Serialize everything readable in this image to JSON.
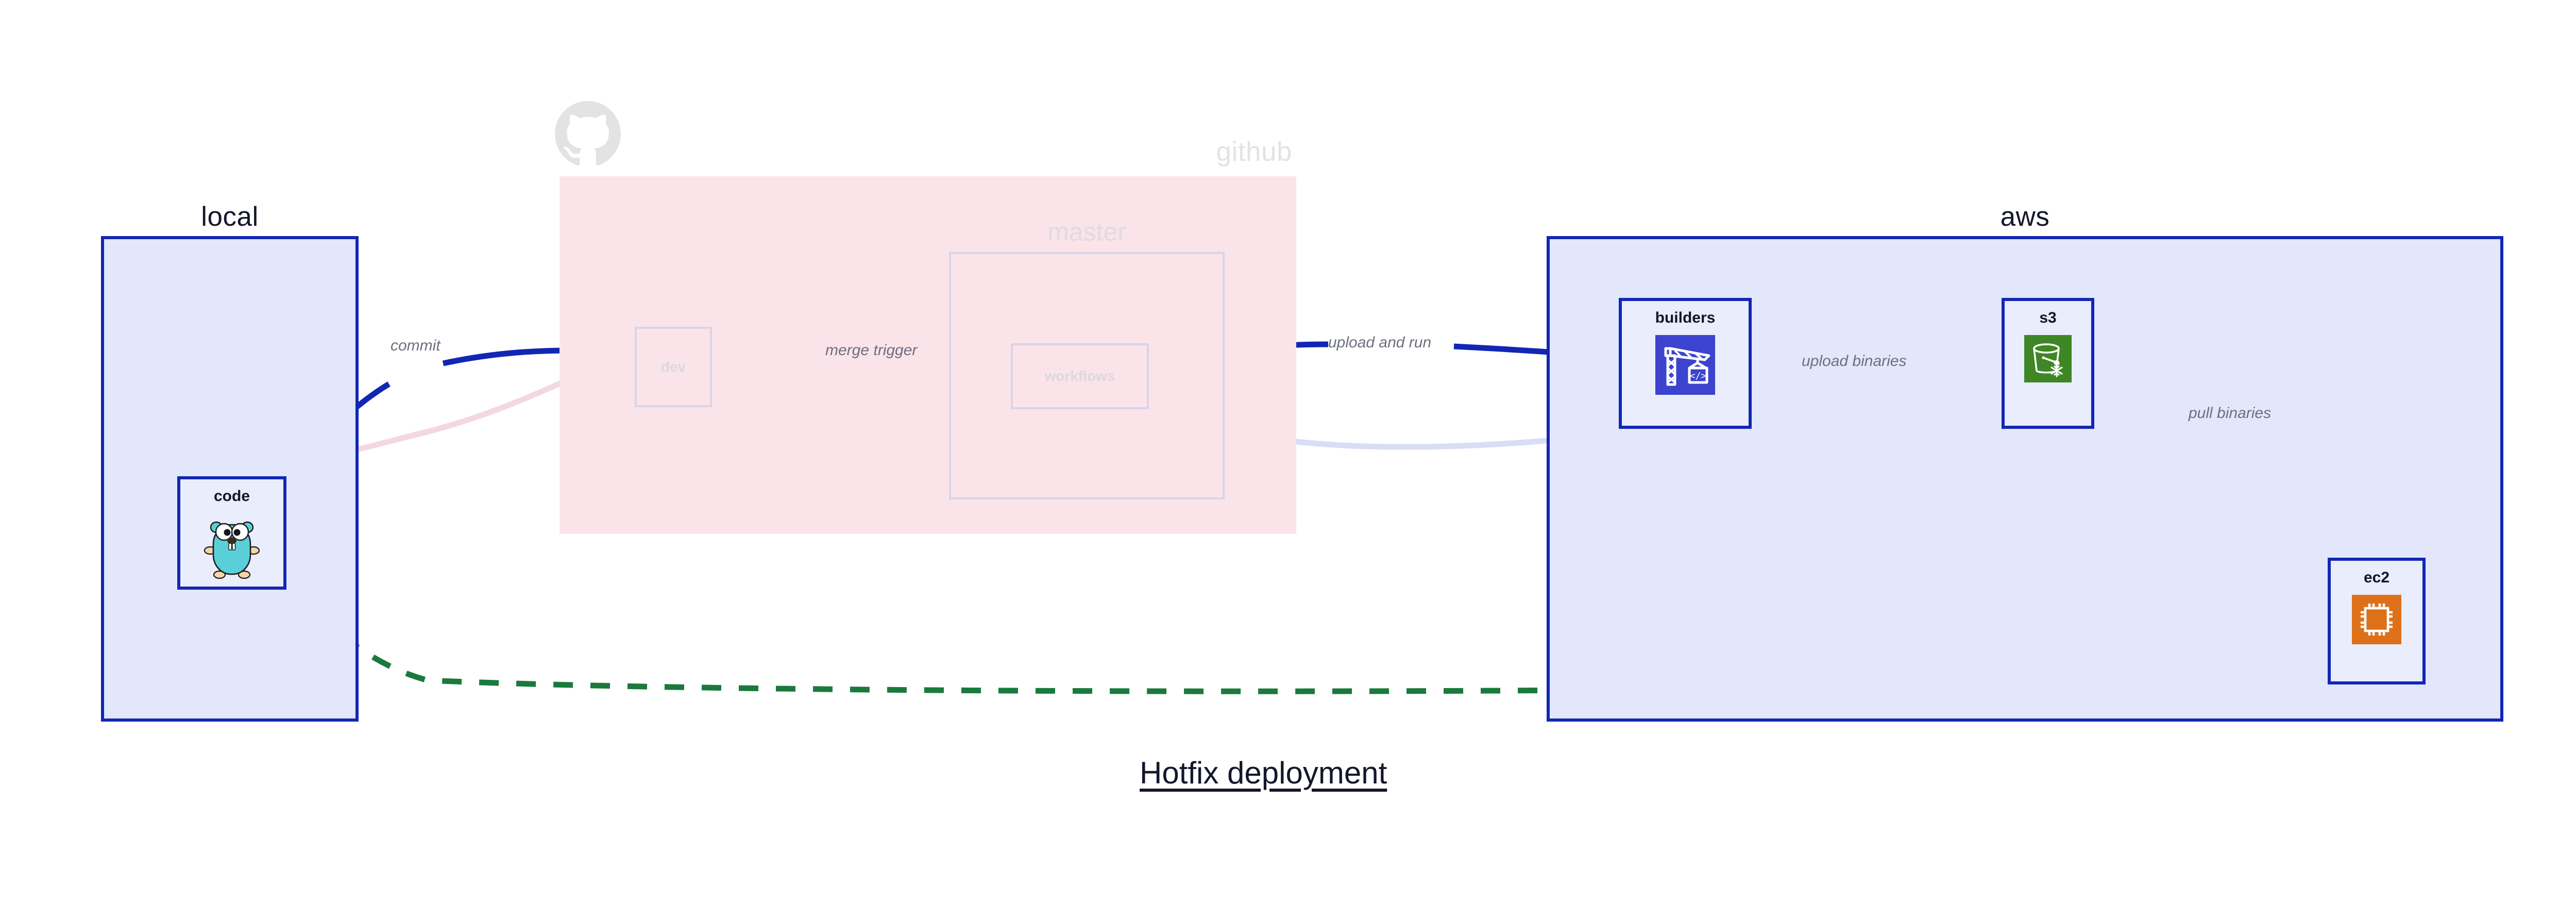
{
  "diagram": {
    "title": "Hotfix deployment",
    "background": "#ffffff",
    "accent_blue": "#1226b5",
    "accent_green": "#1a7a3c",
    "label_color": "#6c6f7e"
  },
  "clusters": [
    {
      "id": "local",
      "title": "local",
      "fill": "#e2e7fb",
      "stroke": "#1226b5",
      "faded": false
    },
    {
      "id": "github",
      "title": "github",
      "fill": "#fae4ea",
      "stroke": "none",
      "faded": true,
      "subcluster": {
        "id": "master",
        "title": "master"
      }
    },
    {
      "id": "aws",
      "title": "aws",
      "fill": "#e2e7fb",
      "stroke": "#1226b5",
      "faded": false
    }
  ],
  "nodes": [
    {
      "id": "code",
      "label": "code",
      "icon": "go-gopher-icon",
      "cluster": "local",
      "faded": false
    },
    {
      "id": "dev",
      "label": "dev",
      "icon": "none",
      "cluster": "github",
      "faded": true
    },
    {
      "id": "workflows",
      "label": "workflows",
      "icon": "none",
      "cluster": "master",
      "faded": true
    },
    {
      "id": "builders",
      "label": "builders",
      "icon": "aws-codebuild-icon",
      "cluster": "aws",
      "faded": false
    },
    {
      "id": "s3",
      "label": "s3",
      "icon": "aws-s3-glacier-icon",
      "cluster": "aws",
      "faded": false
    },
    {
      "id": "ec2",
      "label": "ec2",
      "icon": "aws-ec2-icon",
      "cluster": "aws",
      "faded": false
    }
  ],
  "edges": [
    {
      "id": "e1",
      "from": "code",
      "to": "dev",
      "label": "commit",
      "style": "solid",
      "color": "#1226b5",
      "emphasis": "active"
    },
    {
      "id": "e2",
      "from": "dev",
      "to": "workflows",
      "label": "merge trigger",
      "style": "solid",
      "color": "#1226b5",
      "emphasis": "active"
    },
    {
      "id": "e3",
      "from": "workflows",
      "to": "builders",
      "label": "upload and run",
      "style": "solid",
      "color": "#1226b5",
      "emphasis": "active"
    },
    {
      "id": "e4",
      "from": "builders",
      "to": "s3",
      "label": "upload binaries",
      "style": "solid",
      "color": "#1226b5",
      "emphasis": "active"
    },
    {
      "id": "e5",
      "from": "s3",
      "to": "ec2",
      "label": "pull binaries",
      "style": "solid",
      "color": "#1226b5",
      "emphasis": "active"
    },
    {
      "id": "e6",
      "from": "code",
      "to": "ec2",
      "label": "",
      "style": "dashed",
      "color": "#1a7a3c",
      "emphasis": "hotfix"
    },
    {
      "id": "g1",
      "from": "code",
      "to": "dev",
      "label": "",
      "style": "solid",
      "color": "#f0d6de",
      "emphasis": "ghost"
    },
    {
      "id": "g2",
      "from": "dev",
      "to": "workflows",
      "label": "",
      "style": "solid",
      "color": "#ddd9ee",
      "emphasis": "ghost"
    },
    {
      "id": "g3",
      "from": "workflows",
      "to": "builders",
      "label": "",
      "style": "solid",
      "color": "#dde2f5",
      "emphasis": "ghost"
    }
  ]
}
